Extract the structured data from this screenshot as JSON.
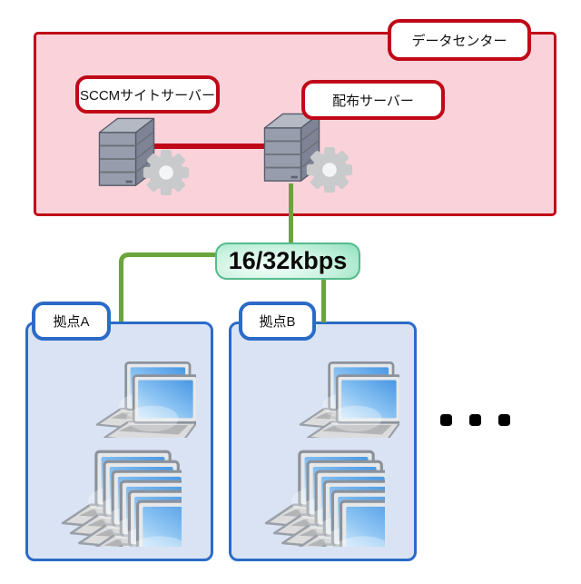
{
  "diagram_title": "SCCM distribution network diagram",
  "colors": {
    "datacenter_fill": "#FAD3DA",
    "red_accent": "#C00818",
    "green_link": "#6BA43B",
    "bandwidth_fill": "#CDF3E2",
    "bandwidth_border": "#57BA8D",
    "site_fill": "#DAE3F3",
    "blue_accent": "#2B6BC8"
  },
  "datacenter": {
    "label": "データセンター"
  },
  "servers": {
    "sccm": {
      "label": "SCCMサイトサーバー"
    },
    "distribution": {
      "label": "配布サーバー"
    }
  },
  "wan_link": {
    "bandwidth_label": "16/32kbps"
  },
  "sites": [
    {
      "label": "拠点A"
    },
    {
      "label": "拠点B"
    }
  ],
  "more_sites_indicator": {
    "dot_count": 3
  }
}
